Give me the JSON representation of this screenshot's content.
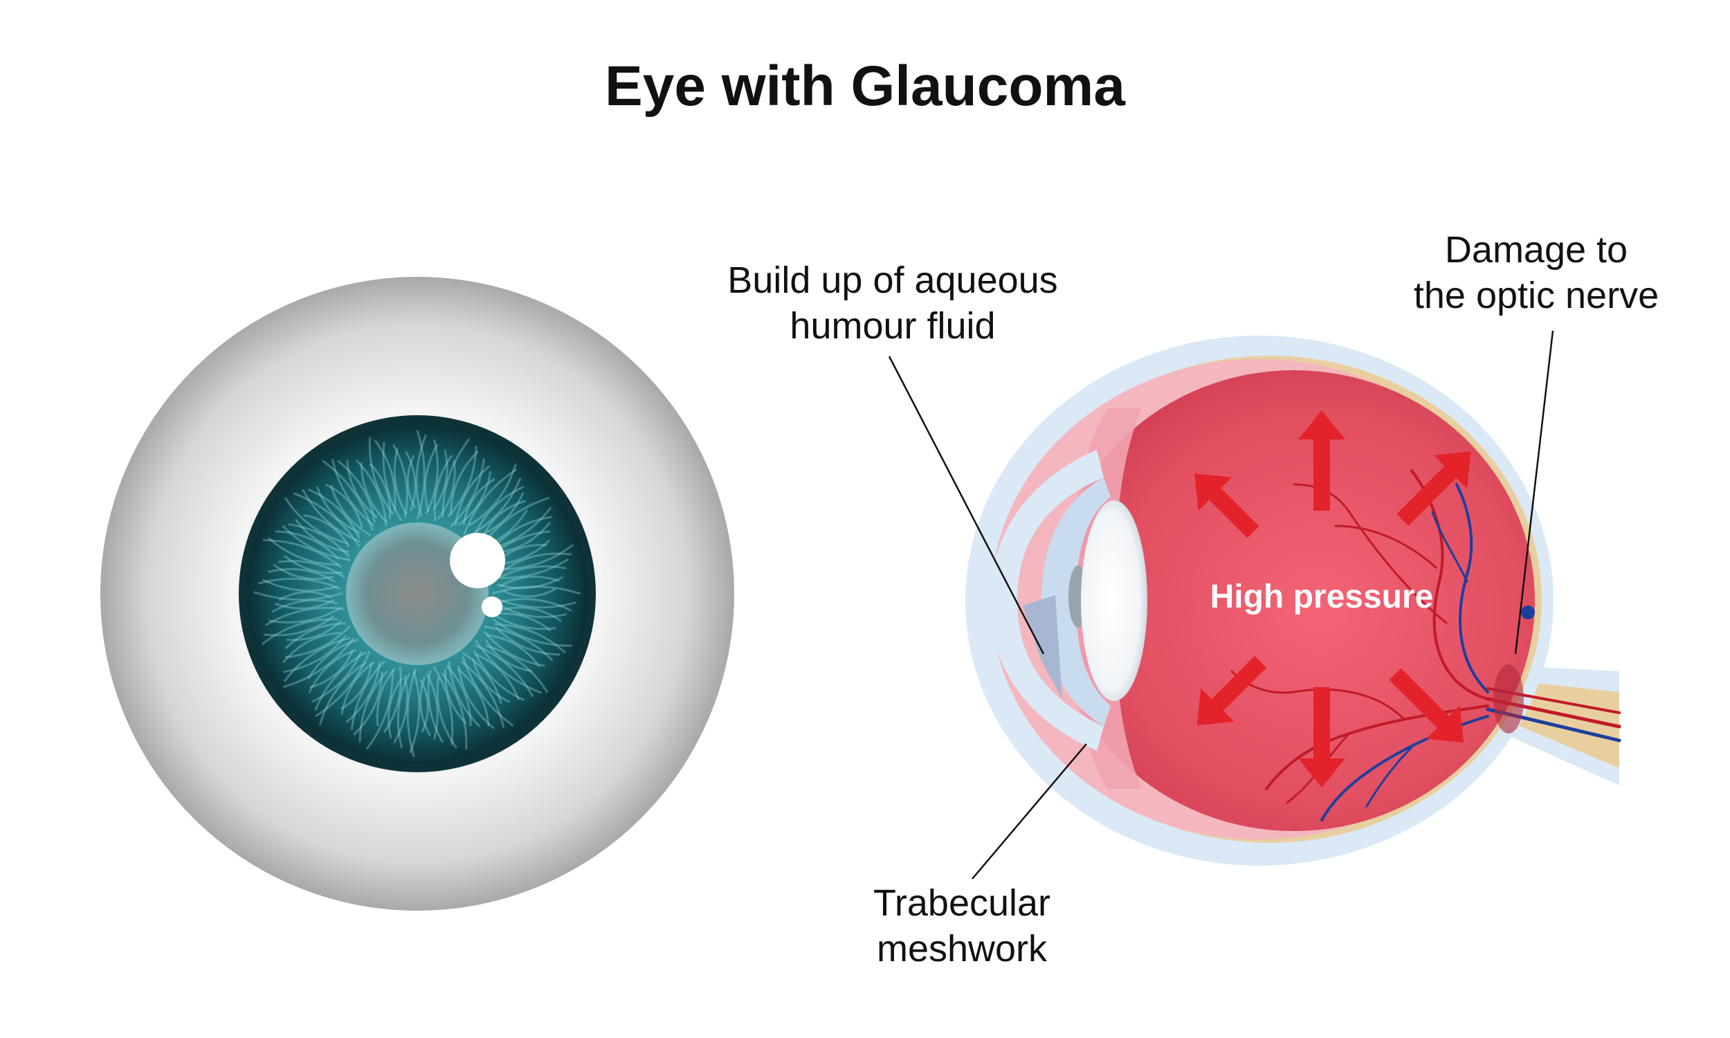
{
  "title": "Eye with Glaucoma",
  "labels": {
    "fluid": [
      "Build up of aqueous",
      "humour fluid"
    ],
    "damage": [
      "Damage to",
      "the optic nerve"
    ],
    "trabecular": [
      "Trabecular",
      "meshwork"
    ],
    "pressure": "High pressure"
  },
  "colors": {
    "sclera": "#e4e4e4",
    "iris": "#2e8c94",
    "pupil": "#8a8a8a",
    "vitreous": "#e3505f",
    "pressure_arrow": "#e3222a",
    "outer_layer": "#dbe9f6",
    "choroid_layer": "#e9cfa0",
    "retina_layer": "#f4b6bf",
    "artery": "#c21a28",
    "vein": "#1d3f9c"
  },
  "icons": [
    "front-eye-illustration",
    "eye-cross-section-illustration",
    "pressure-arrow-icon"
  ]
}
